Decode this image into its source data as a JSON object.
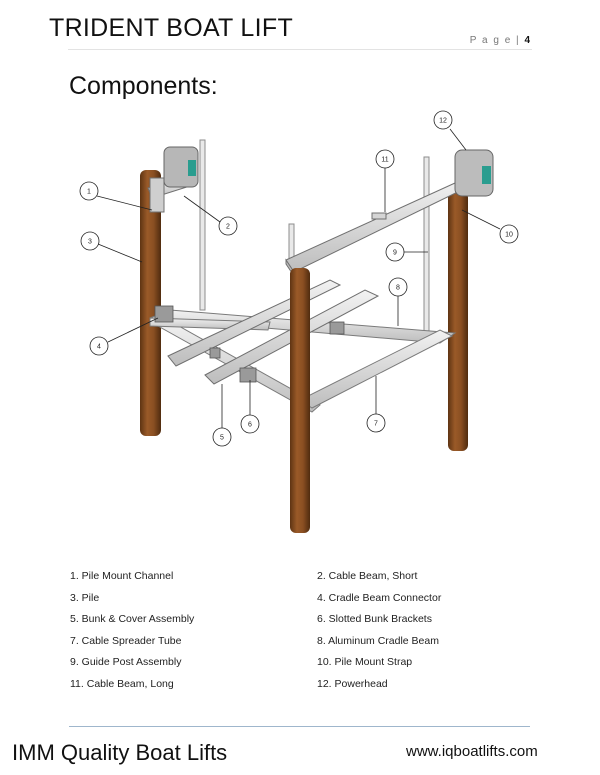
{
  "header": {
    "title": "TRIDENT BOAT LIFT",
    "page_label": "P a g e  |",
    "page_number": "4"
  },
  "section_title": "Components:",
  "callouts": [
    "1",
    "2",
    "3",
    "4",
    "5",
    "6",
    "7",
    "8",
    "9",
    "10",
    "11",
    "12"
  ],
  "components": [
    "1.   Pile Mount Channel",
    "2.  Cable Beam, Short",
    "3.   Pile",
    "4.  Cradle Beam Connector",
    "5.   Bunk & Cover Assembly",
    "6.  Slotted Bunk Brackets",
    "7.   Cable Spreader Tube",
    "8.  Aluminum Cradle Beam",
    "9.   Guide Post Assembly",
    "10.  Pile Mount Strap",
    "11. Cable Beam, Long",
    "12.  Powerhead"
  ],
  "footer": {
    "company": "IMM Quality Boat Lifts",
    "website": "www.iqboatlifts.com"
  }
}
